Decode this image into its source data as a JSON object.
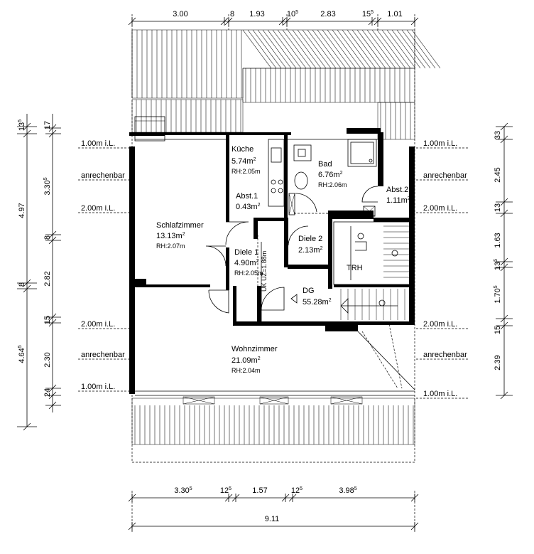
{
  "top_dimensions": [
    {
      "base": "3.00",
      "sup": ""
    },
    {
      "base": "8",
      "sup": ""
    },
    {
      "base": "1.93",
      "sup": ""
    },
    {
      "base": "10",
      "sup": "5"
    },
    {
      "base": "2.83",
      "sup": ""
    },
    {
      "base": "15",
      "sup": "5"
    },
    {
      "base": "1.01",
      "sup": ""
    }
  ],
  "bottom_dimensions": [
    {
      "base": "3.30",
      "sup": "5"
    },
    {
      "base": "12",
      "sup": "5"
    },
    {
      "base": "1.57",
      "sup": ""
    },
    {
      "base": "12",
      "sup": "5"
    },
    {
      "base": "3.98",
      "sup": "5"
    }
  ],
  "bottom_total": "9.11",
  "left_outer_dimensions": [
    {
      "base": "13",
      "sup": "5"
    },
    {
      "base": "4.97",
      "sup": ""
    },
    {
      "base": "8",
      "sup": ""
    },
    {
      "base": "4.64",
      "sup": "5"
    }
  ],
  "left_inner_dimensions": [
    {
      "base": "17",
      "sup": ""
    },
    {
      "base": "3.30",
      "sup": "5"
    },
    {
      "base": "8",
      "sup": ""
    },
    {
      "base": "2.82",
      "sup": ""
    },
    {
      "base": "15",
      "sup": ""
    },
    {
      "base": "2.30",
      "sup": ""
    },
    {
      "base": "24",
      "sup": ""
    }
  ],
  "right_dimensions": [
    {
      "base": "33",
      "sup": ""
    },
    {
      "base": "2.45",
      "sup": ""
    },
    {
      "base": "13",
      "sup": ""
    },
    {
      "base": "1.63",
      "sup": ""
    },
    {
      "base": "13",
      "sup": "5"
    },
    {
      "base": "1.70",
      "sup": "5"
    },
    {
      "base": "15",
      "sup": ""
    },
    {
      "base": "2.39",
      "sup": ""
    }
  ],
  "level_labels": {
    "left": [
      "1.00m i.L.",
      "anrechenbar",
      "2.00m i.L.",
      "2.00m i.L.",
      "anrechenbar",
      "1.00m i.L."
    ],
    "right": [
      "1.00m i.L.",
      "anrechenbar",
      "2.00m i.L.",
      "2.00m i.L.",
      "anrechenbar",
      "1.00m i.L."
    ]
  },
  "rooms": [
    {
      "name": "Küche",
      "area": "5.74m",
      "rh": "RH:2.05m"
    },
    {
      "name": "Bad",
      "area": "6.76m",
      "rh": "RH:2.06m"
    },
    {
      "name": "Abst.1",
      "area": "0.43m",
      "rh": ""
    },
    {
      "name": "Abst.2",
      "area": "1.11m",
      "rh": ""
    },
    {
      "name": "Schlafzimmer",
      "area": "13.13m",
      "rh": "RH:2.07m"
    },
    {
      "name": "Diele 2",
      "area": "2.13m",
      "rh": ""
    },
    {
      "name": "Diele 1",
      "area": "4.90m",
      "rh": "RH:2.05m"
    },
    {
      "name": "DG",
      "area": "55.28m",
      "rh": ""
    },
    {
      "name": "Wohnzimmer",
      "area": "21.09m",
      "rh": "RH:2.04m"
    }
  ],
  "area_unit_sup": "2",
  "stair_label": "TRH",
  "clearance_note": "UK UZ=1.88m",
  "colors": {
    "ink": "#000000",
    "paper": "#ffffff"
  }
}
